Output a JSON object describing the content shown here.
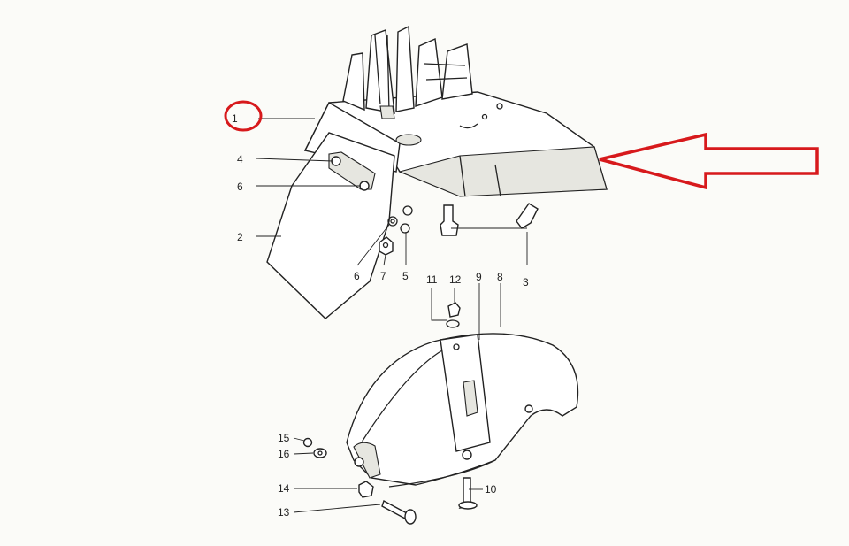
{
  "labels": {
    "l1": "1",
    "l2": "2",
    "l3": "3",
    "l4": "4",
    "l5": "5",
    "l6a": "6",
    "l6b": "6",
    "l7": "7",
    "l8": "8",
    "l9": "9",
    "l10": "10",
    "l11": "11",
    "l12": "12",
    "l13": "13",
    "l14": "14",
    "l15": "15",
    "l16": "16"
  },
  "colors": {
    "annotation": "#d7191c",
    "line": "#222222"
  },
  "annotations": [
    "red-circle-around-label-1",
    "red-arrow-pointing-at-part-1"
  ]
}
